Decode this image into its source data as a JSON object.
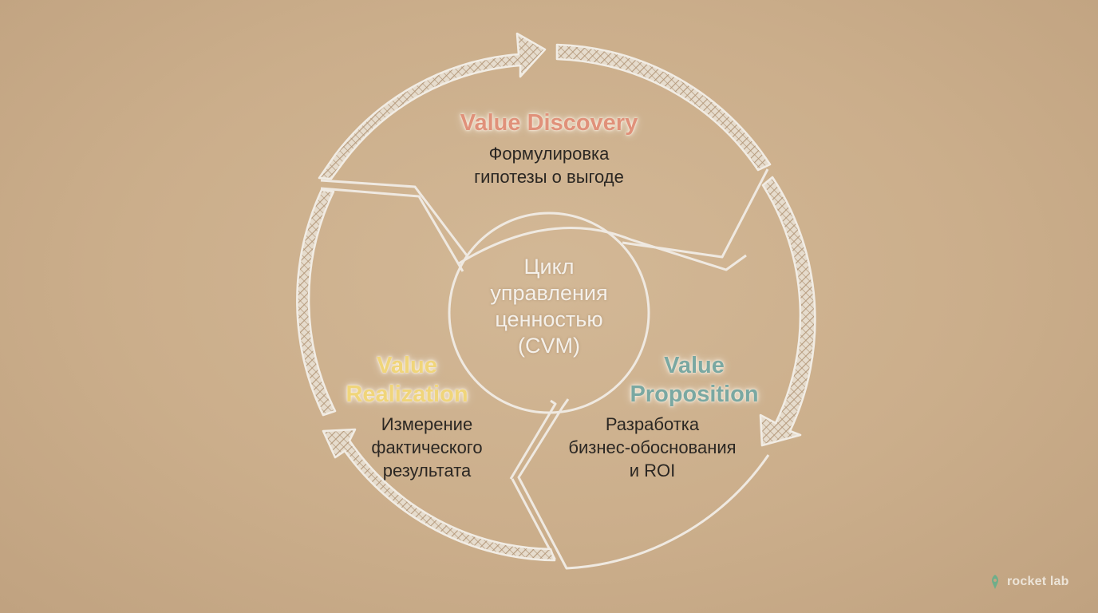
{
  "diagram": {
    "center": [
      "Цикл",
      "управления",
      "ценностью",
      "(CVM)"
    ],
    "stages": {
      "discovery": {
        "title": "Value Discovery",
        "title_color": "#e0917a",
        "description": [
          "Формулировка",
          "гипотезы о выгоде"
        ]
      },
      "realization": {
        "title": [
          "Value",
          "Realization"
        ],
        "title_color": "#f0d57a",
        "description": [
          "Измерение",
          "фактического",
          "результата"
        ]
      },
      "proposition": {
        "title": [
          "Value",
          "Proposition"
        ],
        "title_color": "#7aa8a2",
        "description": [
          "Разработка",
          "бизнес-обоснования",
          "и ROI"
        ]
      }
    }
  },
  "brand": {
    "name": "rocket lab",
    "icon": "rocket-lab-logo-icon",
    "icon_color": "#6fae8a"
  },
  "colors": {
    "background": "#cbae8b",
    "line": "#efe9e1"
  }
}
